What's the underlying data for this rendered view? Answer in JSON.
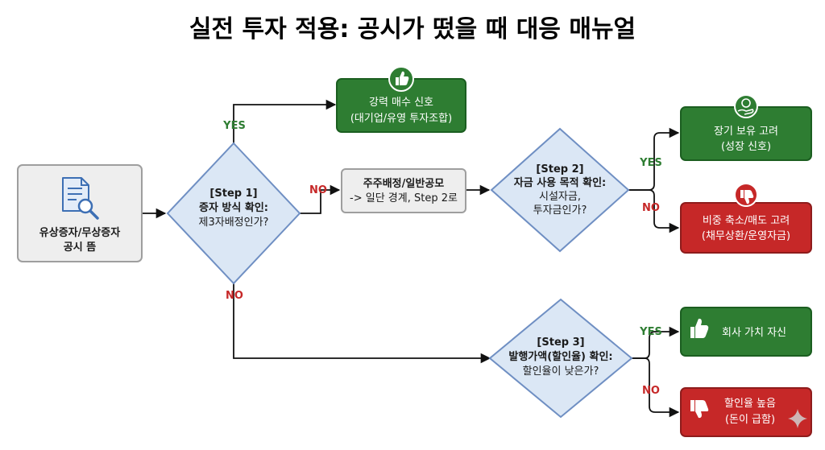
{
  "title": "실전 투자 적용: 공시가 떴을 때 대응 매뉴얼",
  "colors": {
    "green_fill": "#2e7d32",
    "green_dark": "#1b5e20",
    "red_fill": "#c62828",
    "red_dark": "#8e1c1c",
    "diamond_fill": "#dbe7f5",
    "diamond_stroke": "#6f8fc3",
    "gray_fill": "#eeeeee",
    "gray_stroke": "#9e9e9e",
    "yes_label": "#2e7d32",
    "no_label": "#c62828"
  },
  "nodes": {
    "start": {
      "line1": "유상증자/무상증자",
      "line2": "공시 뜸",
      "icon": "document-search-icon"
    },
    "step1": {
      "line1": "[Step 1]",
      "line2": "증자 방식 확인:",
      "line3": "제3자배정인가?"
    },
    "strong_buy": {
      "line1": "강력 매수 신호",
      "line2": "(대기업/유영 투자조합)",
      "icon": "thumbs-up-icon"
    },
    "caution": {
      "line1": "주주배정/일반공모",
      "line2": "-> 일단 경계, Step 2로"
    },
    "step2": {
      "line1": "[Step 2]",
      "line2": "자금 사용 목적 확인:",
      "line3": "시설자금,",
      "line4": "투자금인가?"
    },
    "long_hold": {
      "line1": "장기 보유 고려",
      "line2": "(성장 신호)",
      "icon": "money-hand-icon"
    },
    "reduce": {
      "line1": "비중 축소/매도 고려",
      "line2": "(채무상환/운영자금)",
      "icon": "thumbs-down-icon"
    },
    "step3": {
      "line1": "[Step 3]",
      "line2": "발행가액(할인율) 확인:",
      "line3": "할인율이 낮은가?"
    },
    "confident": {
      "line1": "회사 가치 자신",
      "icon": "thumbs-up-icon"
    },
    "high_discount": {
      "line1": "할인율 높음",
      "line2": "(돈이 급함)",
      "icon": "thumbs-down-icon"
    }
  },
  "edge_labels": {
    "step1_yes": "YES",
    "step1_no_right": "NO",
    "step1_no_down": "NO",
    "step2_yes": "YES",
    "step2_no": "NO",
    "step3_yes": "YES",
    "step3_no": "NO"
  },
  "decor": {
    "sparkle": "sparkle-icon"
  }
}
